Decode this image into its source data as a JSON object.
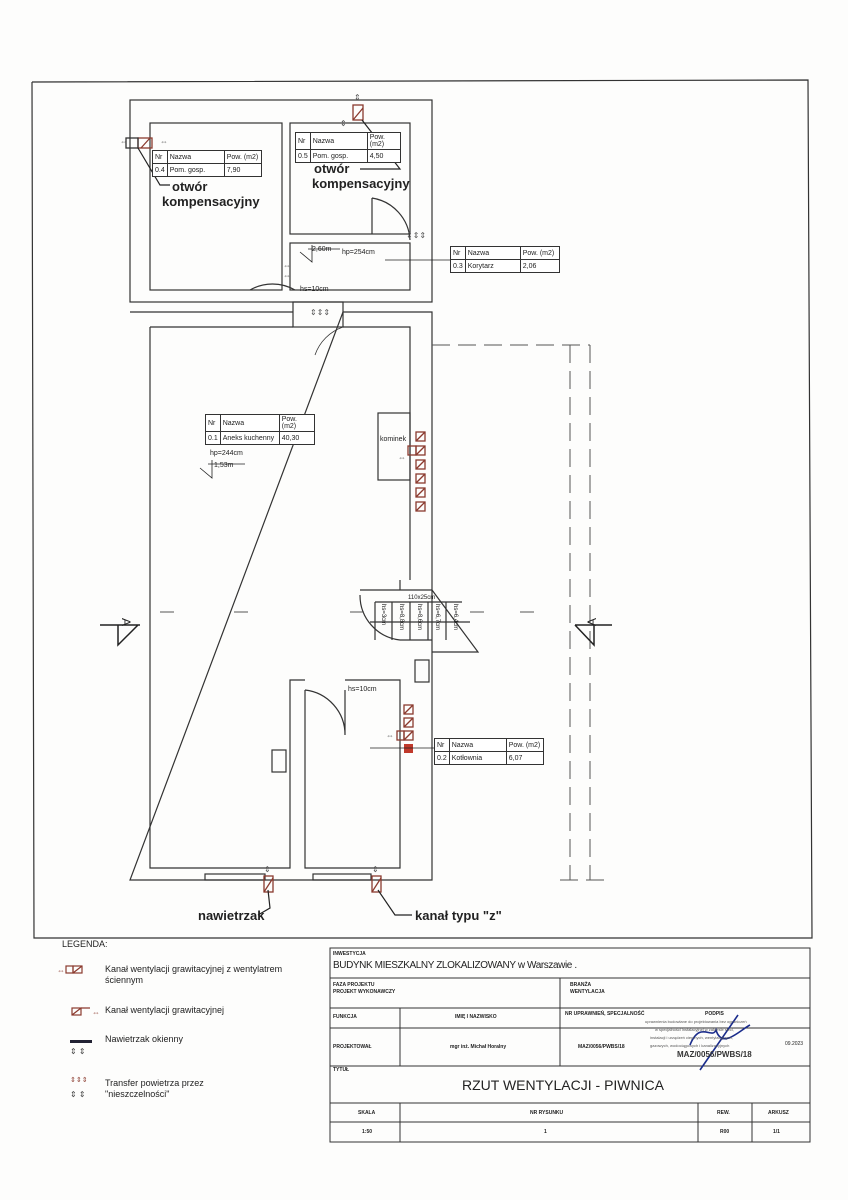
{
  "rooms": [
    {
      "nr": "0.4",
      "name": "Pom. gosp.",
      "area": "7,90"
    },
    {
      "nr": "0.5",
      "name": "Pom. gosp.",
      "area": "4,50"
    },
    {
      "nr": "0.3",
      "name": "Korytarz",
      "area": "2,06"
    },
    {
      "nr": "0.1",
      "name": "Aneks kuchenny",
      "area": "40,30"
    },
    {
      "nr": "0.2",
      "name": "Kotłownia",
      "area": "6,07"
    }
  ],
  "table_headers": {
    "nr": "Nr",
    "name": "Nazwa",
    "area": "Pow. (m2)"
  },
  "callouts": {
    "otwor_left": "otwór\nkompensacyjny",
    "otwor_right": "otwór\nkompensacyjny",
    "otwor": "otwór",
    "kompensacyjny": "kompensacyjny",
    "nawietrzak": "nawietrzak",
    "kanal": "kanał typu \"z\""
  },
  "dims": {
    "corridor_level": "2,60m",
    "corridor_hp": "hp=254cm",
    "corridor_hs": "hs=10cm",
    "kitchen_hp": "hp=244cm",
    "kitchen_level": "1,53m",
    "kominek": "kominek",
    "boiler_hs": "hs=10cm",
    "stairs_width": "110x25cm",
    "stairs": [
      "hs=3cm",
      "hs=8,8cm",
      "hs=8,6cm",
      "hs=6,7cm",
      "hs=6,4cm"
    ],
    "section": "A"
  },
  "legend": {
    "title": "LEGENDA:",
    "items": [
      "Kanał wentylacji grawitacyjnej z wentylatrem ściennym",
      "Kanał wentylacji grawitacyjnej",
      "Nawietrzak okienny",
      "Transfer powietrza przez \"nieszczelności\""
    ]
  },
  "title_block": {
    "inwestycja_label": "INWESTYCJA",
    "inwestycja": "BUDYNK MIESZKALNY ZLOKALIZOWANY w Warszawie .",
    "faza_label": "FAZA PROJEKTU",
    "faza": "PROJEKT WYKONAWCZY",
    "branza_label": "BRANŻA",
    "branza": "WENTYLACJA",
    "funkcja_label": "FUNKCJA",
    "imie_label": "IMIĘ I NAZWISKO",
    "uprawnienia_label": "NR UPRAWNIEŃ, SPECJALNOŚĆ",
    "podpis_label": "PODPIS",
    "funkcja": "PROJEKTOWAŁ",
    "imie": "mgr inż. Michał Horalny",
    "uprawnienia": "MAZ/0056/PWBS/18",
    "stamp_lines": [
      "uprawnienia budowlane do projektowania bez ograniczeń",
      "w specjalności instalacyjnej w zakresie sieci,",
      "instalacji i urządzeń cieplnych, wentylacyjnych,",
      "gazowych, wodociągowych i kanalizacyjnych"
    ],
    "stamp_number": "MAZ/0056/PWBS/18",
    "date": "09.2023",
    "tytul_label": "TYTUŁ",
    "tytul": "RZUT WENTYLACJI - PIWNICA",
    "skala_label": "SKALA",
    "skala": "1:50",
    "nr_rys_label": "NR RYSUNKU",
    "nr_rys": "1",
    "rew_label": "REW.",
    "rew": "R00",
    "arkusz_label": "ARKUSZ",
    "arkusz": "1/1"
  },
  "colors": {
    "duct": "#8b3a2e",
    "duct_fill": "#c0392b",
    "wall": "#333333"
  }
}
